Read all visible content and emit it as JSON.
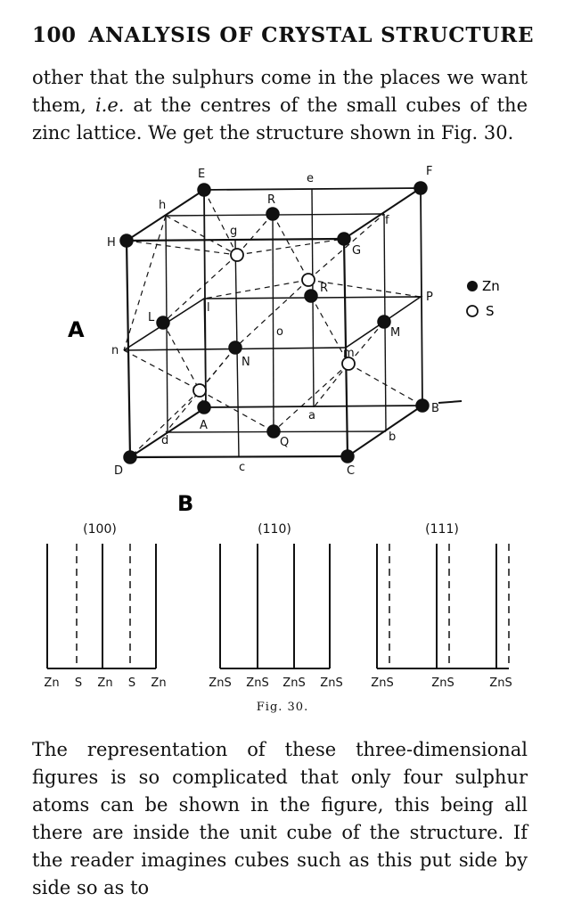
{
  "header": {
    "page_number": "100",
    "title": "ANALYSIS OF CRYSTAL STRUCTURE"
  },
  "para1": "other that the sulphurs come in the places we want them, i.e. at the centres of the small cubes of the zinc lattice. We get the structure shown in Fig. 30.",
  "para1_parts": {
    "a": "other that the sulphurs come in the places we want them, ",
    "ie": "i.e.",
    "b": " at the centres of the small cubes of the zinc lattice.  We get the structure shown in Fig. 30."
  },
  "figure": {
    "panel_A": "A",
    "panel_B": "B",
    "cube_labels": {
      "E": "E",
      "e": "e",
      "F": "F",
      "h": "h",
      "R_top": "R",
      "f": "f",
      "H": "H",
      "g": "g",
      "G": "G",
      "R_mid": "R",
      "P": "P",
      "L": "L",
      "l": "l",
      "o": "o",
      "M": "M",
      "n": "n",
      "N": "N",
      "m": "m",
      "A": "A",
      "a": "a",
      "B": "B",
      "d": "d",
      "Q": "Q",
      "b": "b",
      "D": "D",
      "c": "c",
      "C": "C"
    },
    "legend": {
      "zn": "Zn",
      "s": "S"
    },
    "planes": [
      {
        "title": "(100)",
        "labels": [
          "Zn",
          "S",
          "Zn",
          "S",
          "Zn"
        ]
      },
      {
        "title": "(110)",
        "labels": [
          "ZnS",
          "ZnS",
          "ZnS",
          "ZnS"
        ]
      },
      {
        "title": "(111)",
        "labels": [
          "ZnS",
          "ZnS",
          "ZnS"
        ]
      }
    ],
    "caption": "Fig. 30."
  },
  "para2": "The representation of these three-dimensional figures is so complicated that only four sulphur atoms can be shown in the figure, this being all there are inside the unit cube of the structure. If the reader imagines cubes such as this put side by side so as to"
}
